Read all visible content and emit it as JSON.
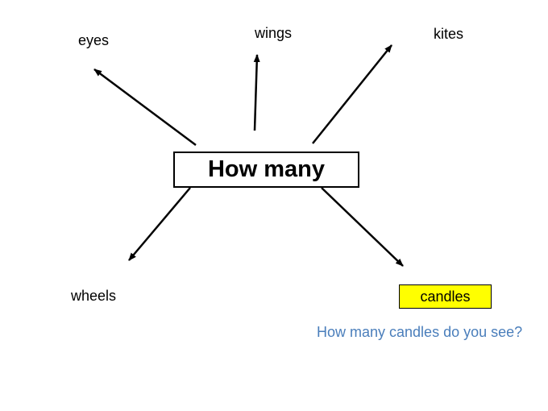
{
  "center": {
    "label": "How many"
  },
  "words": {
    "eyes": "eyes",
    "wings": "wings",
    "kites": "kites",
    "wheels": "wheels",
    "candles": "candles"
  },
  "question": "How many candles do you see?",
  "colors": {
    "highlight": "#ffff00",
    "question_text": "#4a7ebb",
    "arrow": "#000000"
  }
}
